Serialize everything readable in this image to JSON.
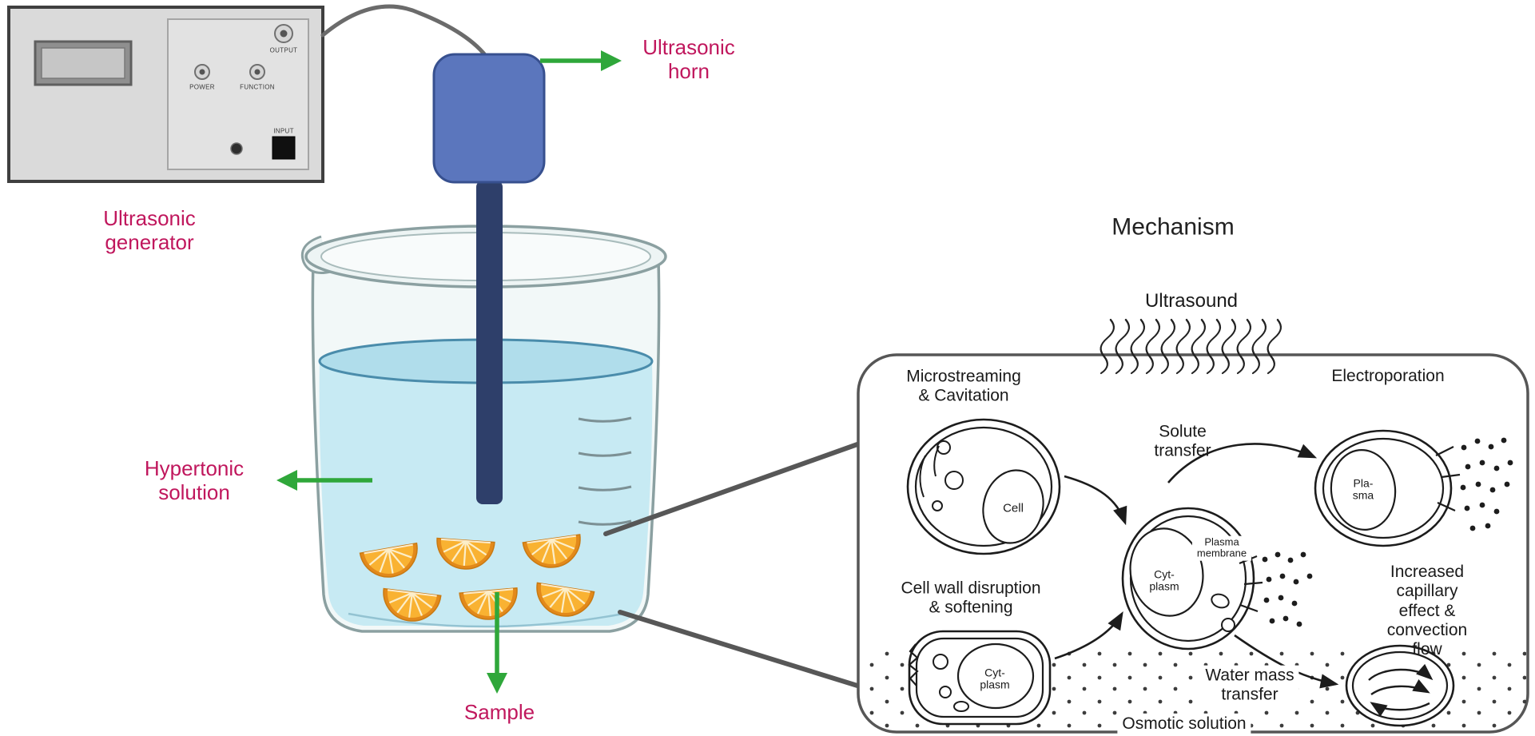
{
  "figure": {
    "type": "ultrasound-assisted osmotic dehydration schematic"
  },
  "colors": {
    "label_magenta": "#c0175d",
    "arrow_green": "#2fa73a",
    "horn_blue": "#5b76bd",
    "rod_navy": "#2e3f6a",
    "liquid_blue": "#c7eaf3",
    "orange_peel": "#e2891b",
    "orange_flesh": "#f9b232",
    "panel_border": "#565656",
    "ink": "#1c1c1c"
  },
  "apparatus": {
    "generator": {
      "label": "Ultrasonic\ngenerator",
      "output": "OUTPUT",
      "power": "POWER",
      "function": "FUNCTION",
      "input": "INPUT"
    },
    "horn_label": "Ultrasonic\nhorn",
    "hypertonic_label": "Hypertonic\nsolution",
    "sample_label": "Sample"
  },
  "mechanism": {
    "title": "Mechanism",
    "ultrasound": "Ultrasound",
    "microstreaming": "Microstreaming\n& Cavitation",
    "electroporation": "Electroporation",
    "solute_transfer": "Solute\ntransfer",
    "cell": "Cell",
    "plasma": "Pla-\nsma",
    "plasma_membrane": "Plasma\nmembrane",
    "cyt_plasm_center": "Cyt-\nplasm",
    "cyt_plasm_bottom": "Cyt-\nplasm",
    "cell_wall": "Cell wall disruption\n& softening",
    "capillary": "Increased capillary\neffect & convection\nflow",
    "water_mass": "Water mass\ntransfer",
    "osmotic": "Osmotic solution"
  }
}
